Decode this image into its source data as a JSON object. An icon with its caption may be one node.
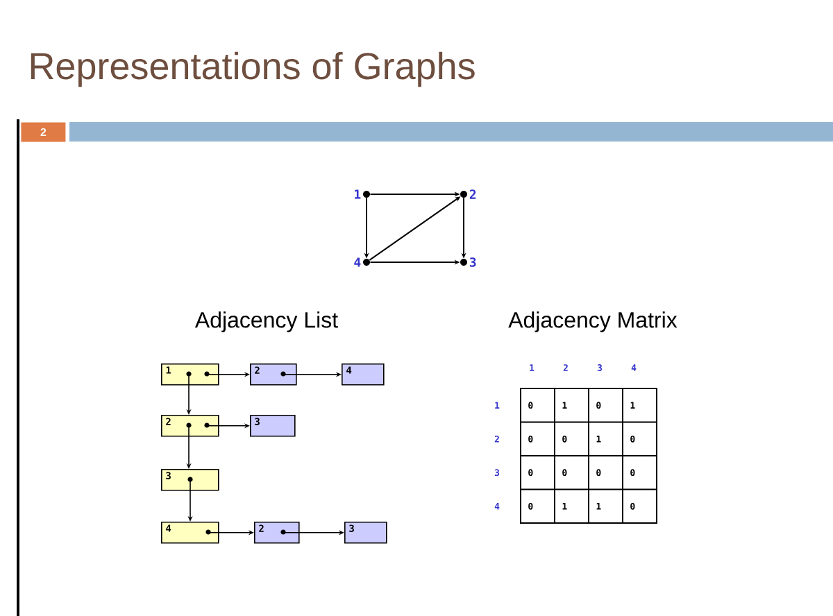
{
  "diagram": {
    "title": "Representations of Graphs",
    "nodes": [
      {
        "text": [
          "1"
        ]
      },
      {
        "text": [
          "2"
        ]
      },
      {
        "text": [
          "3"
        ]
      },
      {
        "text": [
          "4"
        ]
      },
      {
        "text": [
          "1"
        ]
      },
      {
        "text": [
          "2"
        ]
      },
      {
        "text": [
          "3"
        ]
      },
      {
        "text": [
          "4"
        ]
      },
      {
        "text": [
          "2"
        ]
      },
      {
        "text": [
          "4"
        ]
      },
      {
        "text": [
          "3"
        ]
      },
      {
        "text": [
          "2"
        ]
      },
      {
        "text": [
          "3"
        ]
      }
    ],
    "edges": [
      {
        "from": 0,
        "to": 1,
        "arrow": "to"
      },
      {
        "from": 0,
        "to": 3,
        "arrow": "to"
      },
      {
        "from": 1,
        "to": 2,
        "arrow": "to"
      },
      {
        "from": 3,
        "to": 1,
        "arrow": "to"
      },
      {
        "from": 3,
        "to": 2,
        "arrow": "to"
      },
      {
        "from": 4,
        "to": 5,
        "arrow": "to"
      },
      {
        "from": 5,
        "to": 6,
        "arrow": "to"
      },
      {
        "from": 6,
        "to": 7,
        "arrow": "to"
      },
      {
        "from": 4,
        "to": 8,
        "arrow": "to"
      },
      {
        "from": 8,
        "to": 9,
        "arrow": "to"
      },
      {
        "from": 5,
        "to": 10,
        "arrow": "to"
      },
      {
        "from": 7,
        "to": 11,
        "arrow": "to"
      },
      {
        "from": 11,
        "to": 12,
        "arrow": "to"
      }
    ],
    "labels": [
      "2",
      "Adjacency List",
      "Adjacency Matrix",
      "1",
      "2",
      "3",
      "4",
      "1",
      "0",
      "1",
      "0",
      "1",
      "2",
      "0",
      "0",
      "1",
      "0",
      "3",
      "0",
      "0",
      "0",
      "0",
      "4",
      "0",
      "1",
      "1",
      "0"
    ]
  }
}
